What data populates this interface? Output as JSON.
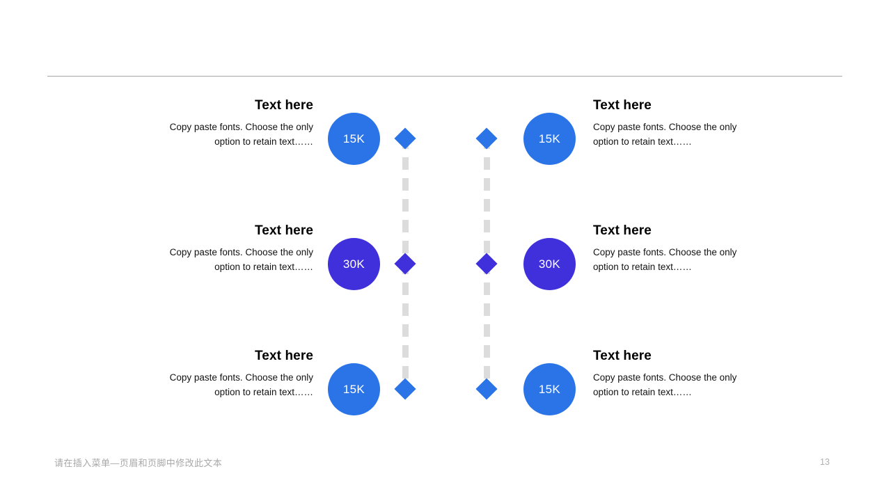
{
  "slide": {
    "page_number": "13",
    "footer_text": "请在插入菜单—页眉和页脚中修改此文本",
    "colors": {
      "blue": "#2b74e8",
      "purple": "#4030dc",
      "rule": "#a6a6a6",
      "dash": "#dcdcdc",
      "footer": "#a8a8a8"
    },
    "rows": [
      {
        "color": "#2b74e8",
        "left": {
          "heading": "Text here",
          "body": "Copy paste fonts. Choose the only option to retain text……",
          "value": "15K"
        },
        "right": {
          "heading": "Text here",
          "body": "Copy paste fonts. Choose the only option to retain text……",
          "value": "15K"
        }
      },
      {
        "color": "#4030dc",
        "left": {
          "heading": "Text here",
          "body": "Copy paste fonts. Choose the only option to retain text……",
          "value": "30K"
        },
        "right": {
          "heading": "Text here",
          "body": "Copy paste fonts. Choose the only option to retain text……",
          "value": "30K"
        }
      },
      {
        "color": "#2b74e8",
        "left": {
          "heading": "Text here",
          "body": "Copy paste fonts. Choose the only option to retain text……",
          "value": "15K"
        },
        "right": {
          "heading": "Text here",
          "body": "Copy paste fonts. Choose the only option to retain text……",
          "value": "15K"
        }
      }
    ]
  }
}
